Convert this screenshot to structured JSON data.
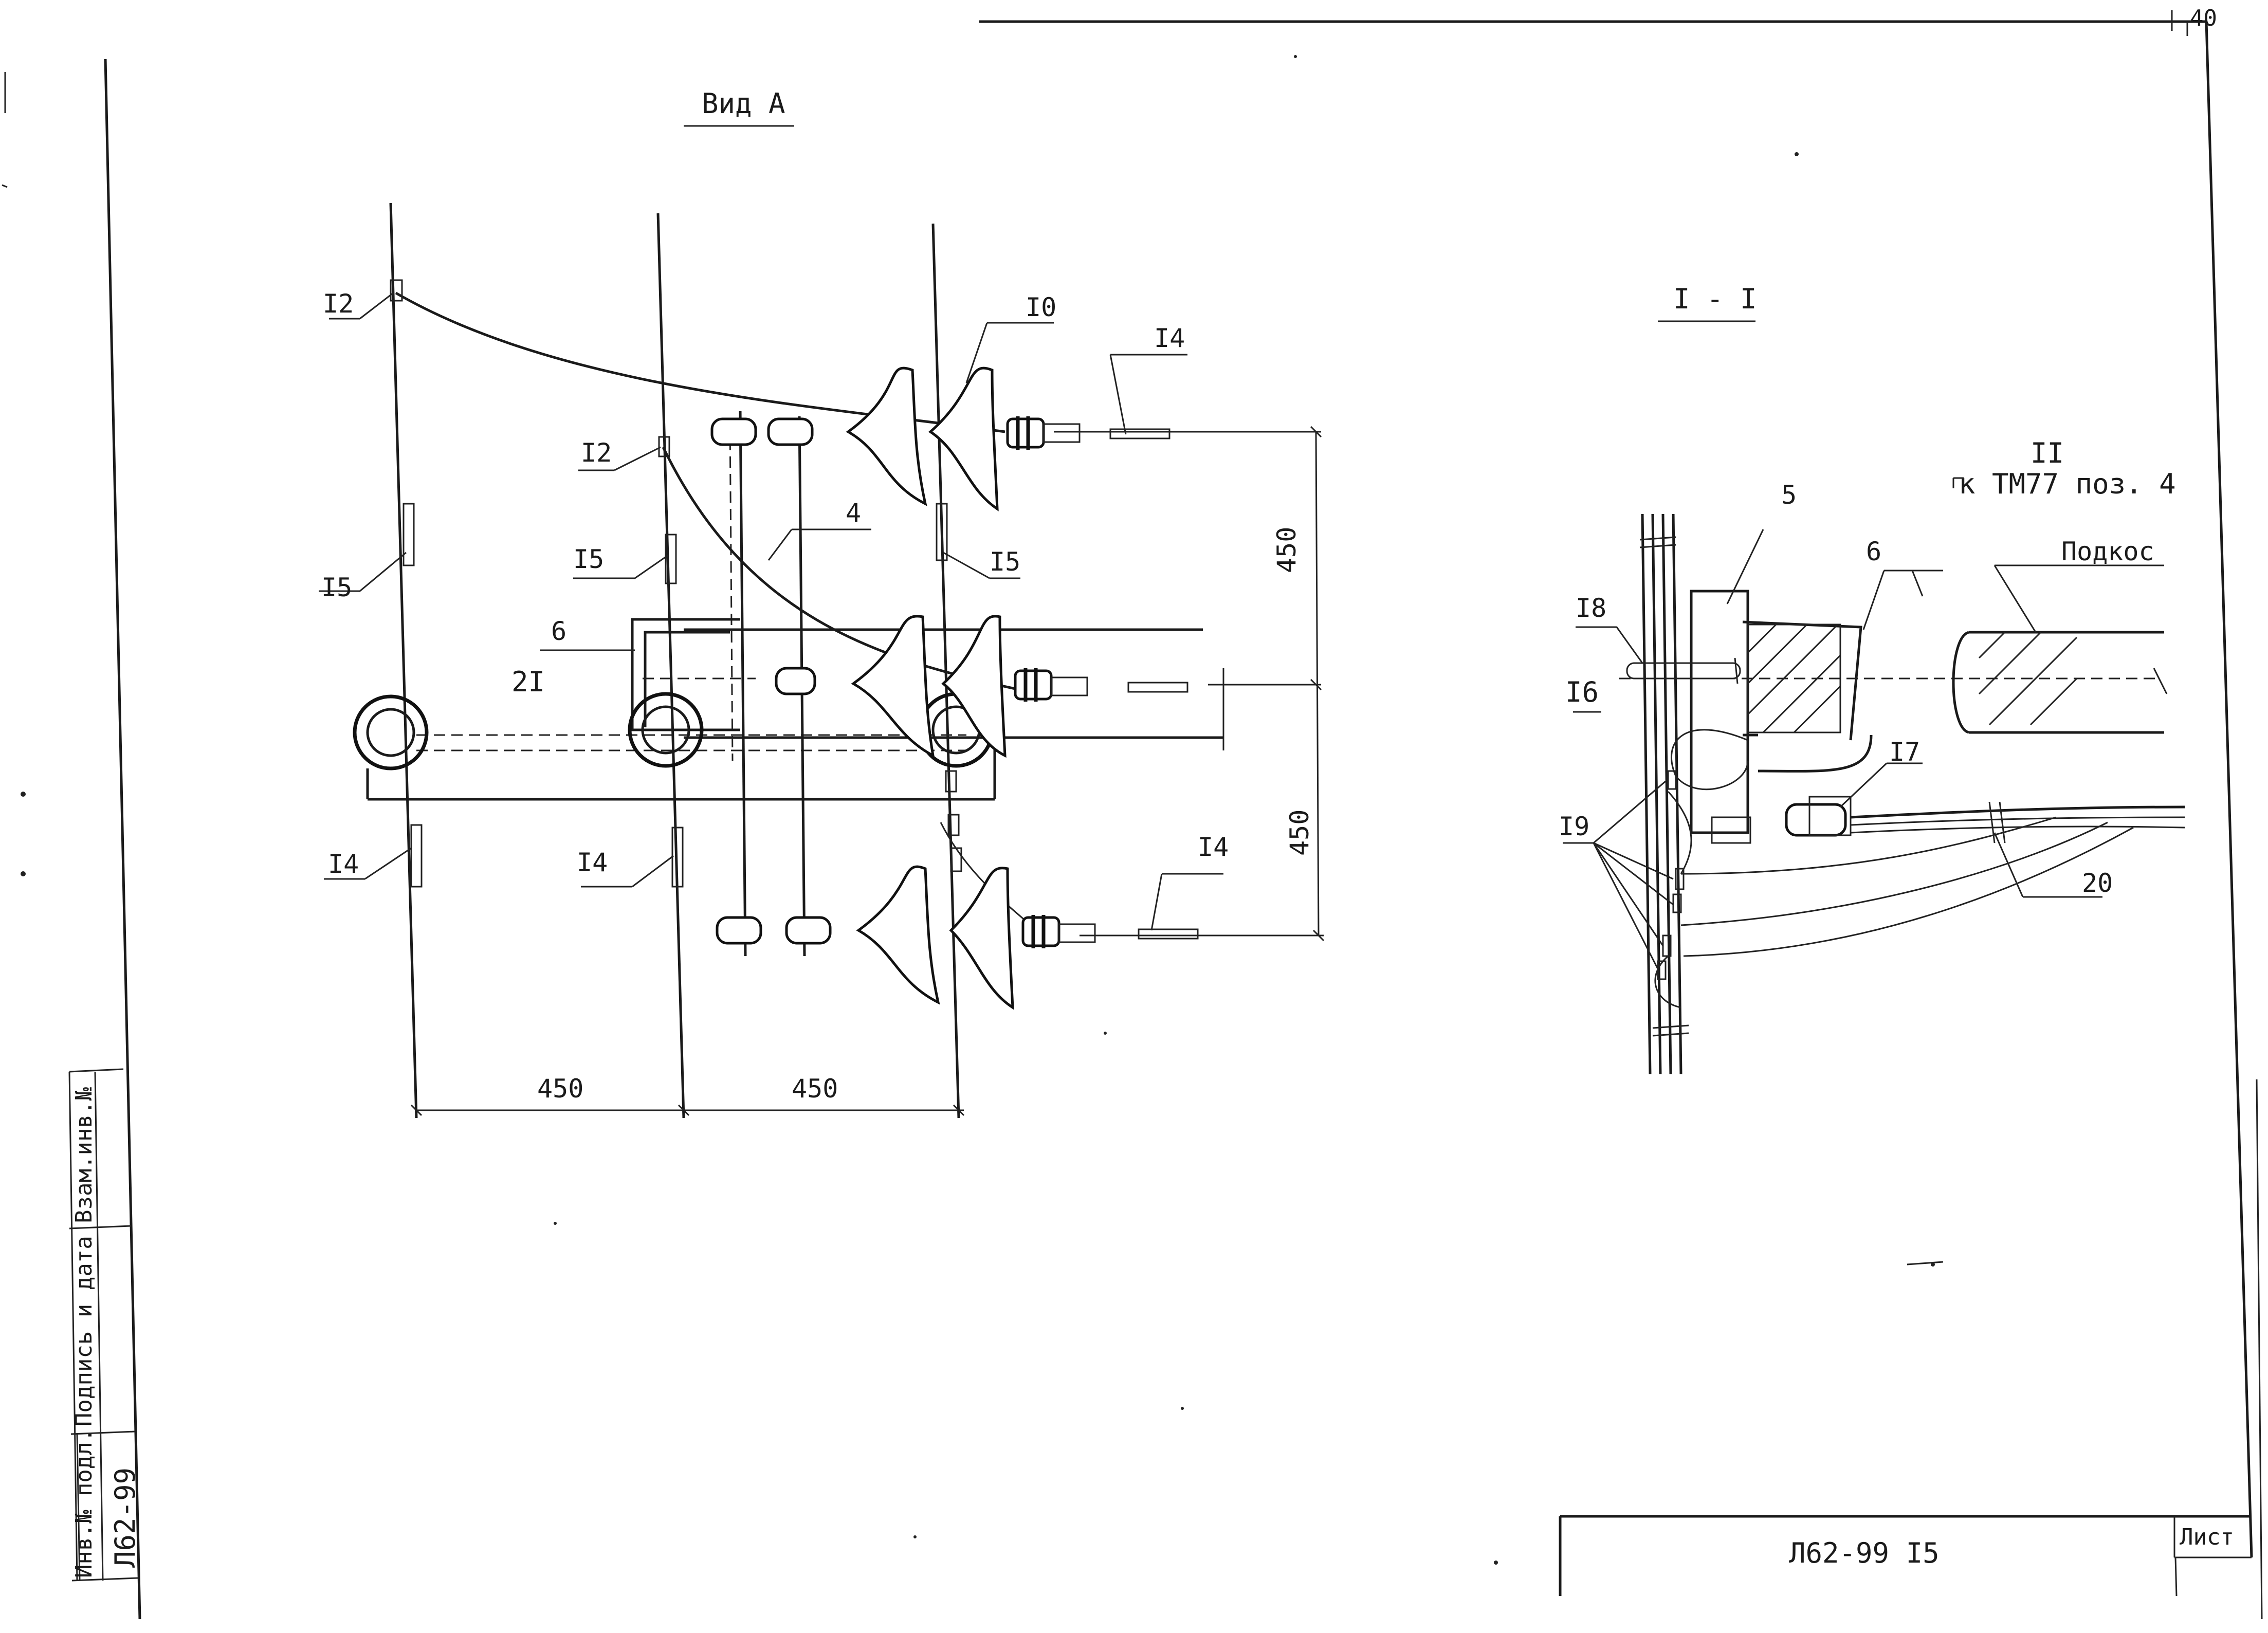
{
  "sheet": {
    "corner_number": "40",
    "title_block": {
      "code": "Л62-99 I5",
      "sheet_label": "Лист"
    },
    "stamp": {
      "inv_label": "Инв.№ подл.",
      "inv_value": "Л62-99",
      "sign_label": "Подпись и дата",
      "replace_label": "Взам.инв.№"
    }
  },
  "view_a": {
    "title": "Вид  А",
    "callouts": {
      "c12a": "I2",
      "c12b": "I2",
      "c10": "I0",
      "c14top": "I4",
      "c15left": "I5",
      "c15mid": "I5",
      "c15right": "I5",
      "c4": "4",
      "c6": "6",
      "c21": "2I",
      "c14l": "I4",
      "c14m": "I4",
      "c14bot": "I4"
    },
    "dims": {
      "h1": "450",
      "h2": "450",
      "v1": "450",
      "v2": "450"
    }
  },
  "section_1": {
    "title": "I - I",
    "callouts": {
      "c5": "5",
      "c6": "6",
      "c18": "I8",
      "c16": "I6",
      "c17": "I7",
      "c19": "I9",
      "c20": "20"
    },
    "note_num": "II",
    "note_ref": "к ТМ77 поз. 4",
    "brace_label": "Подкос"
  }
}
